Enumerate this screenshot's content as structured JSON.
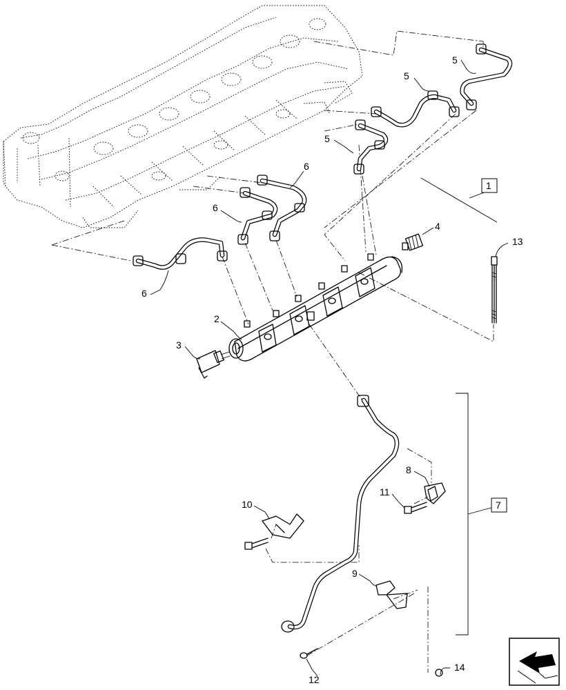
{
  "labels": {
    "l1": "1",
    "l2": "2",
    "l3": "3",
    "l4": "4",
    "l5a": "5",
    "l5b": "5",
    "l5c": "5",
    "l6a": "6",
    "l6b": "6",
    "l6c": "6",
    "l7": "7",
    "l8": "8",
    "l9": "9",
    "l10": "10",
    "l11": "11",
    "l12": "12",
    "l13": "13",
    "l14": "14"
  },
  "icons": {
    "nav": "arrow-back-icon"
  }
}
